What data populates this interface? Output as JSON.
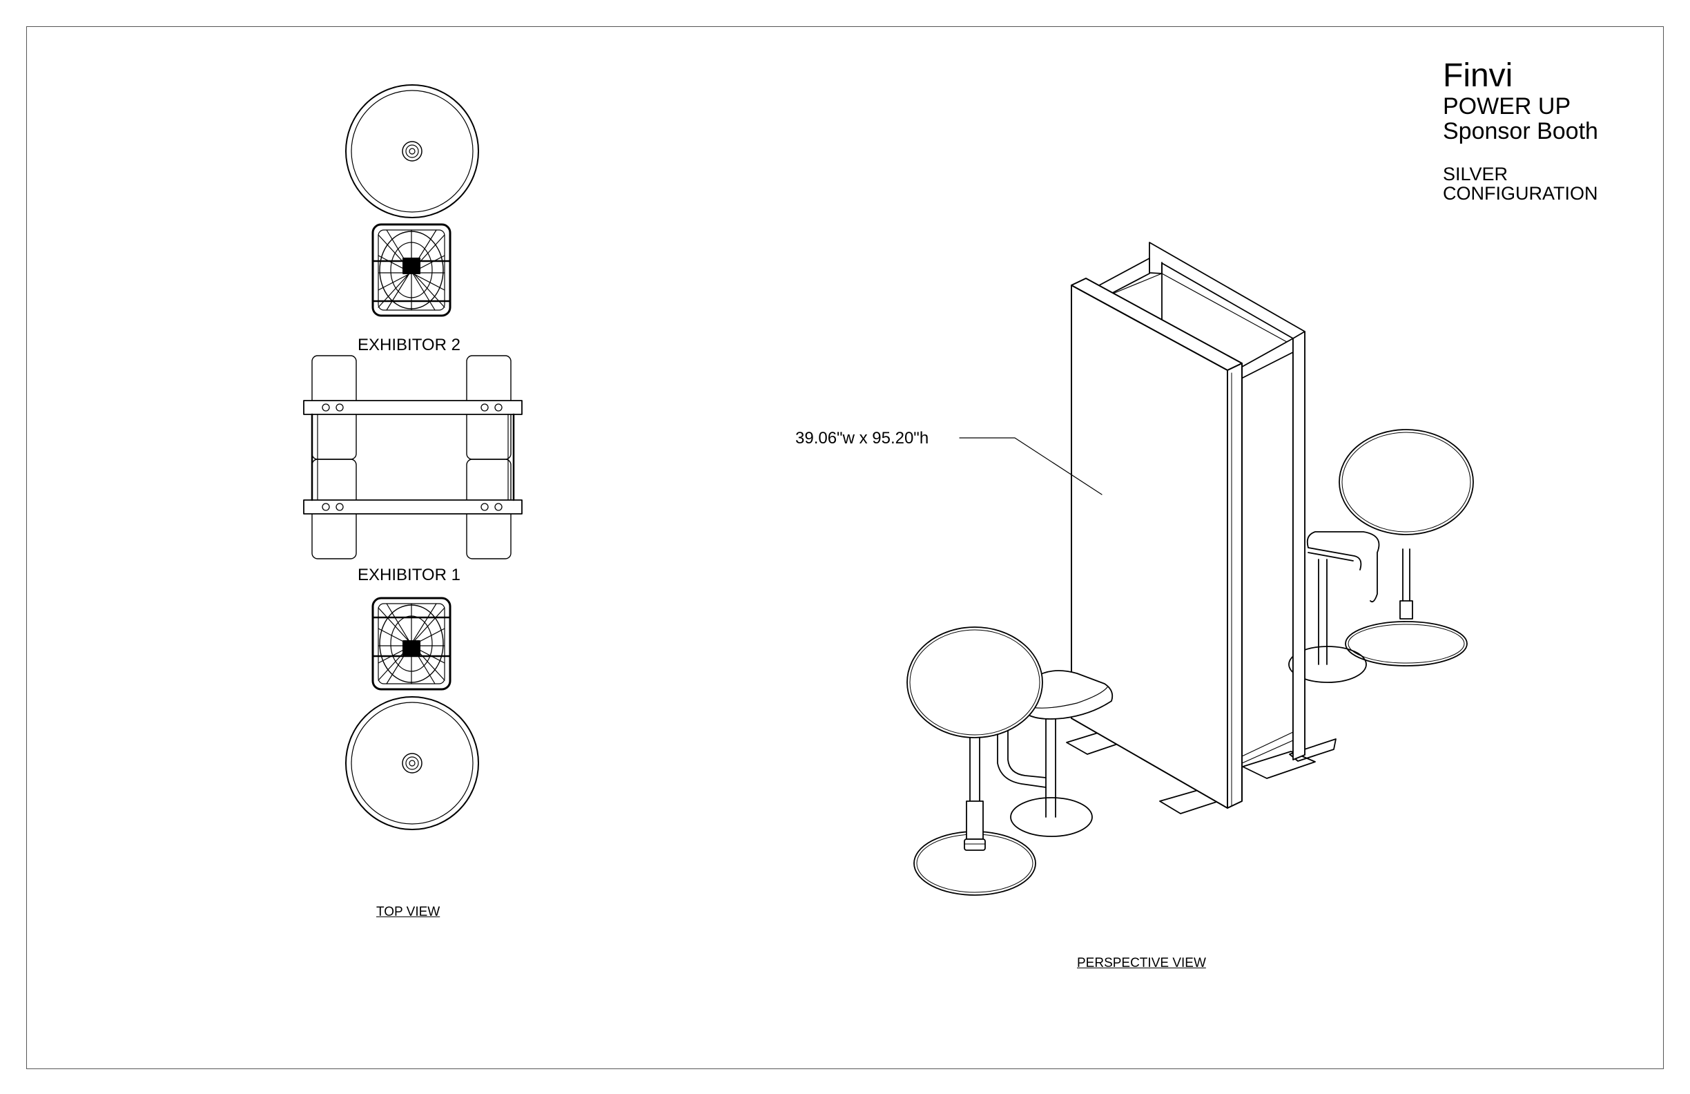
{
  "title_block": {
    "company": "Finvi",
    "event_line1": "POWER UP",
    "event_line2": "Sponsor Booth",
    "config_line1": "SILVER",
    "config_line2": "CONFIGURATION"
  },
  "top_view": {
    "label_exhibitor_2": "EXHIBITOR 2",
    "label_exhibitor_1": "EXHIBITOR 1",
    "view_label": "TOP VIEW"
  },
  "perspective_view": {
    "dimension_label": "39.06\"w x 95.20\"h",
    "view_label": "PERSPECTIVE VIEW"
  }
}
